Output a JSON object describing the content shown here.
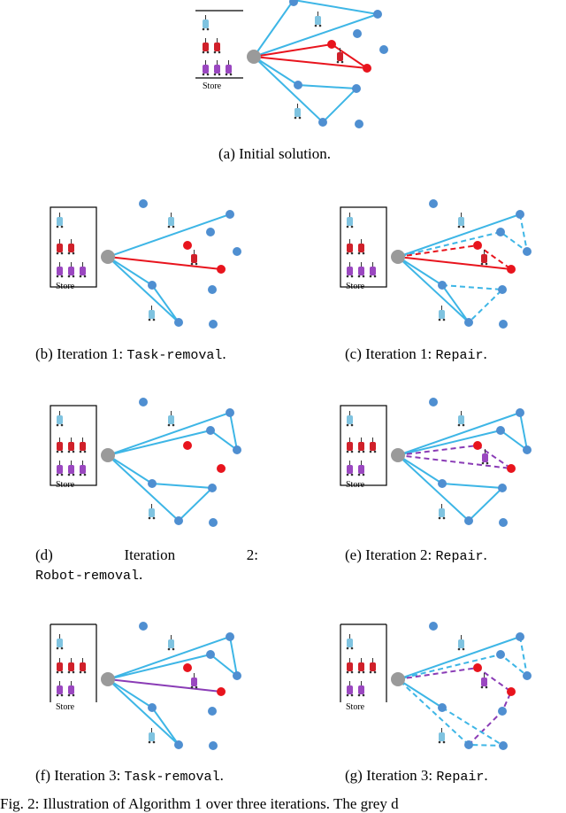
{
  "colors": {
    "cyan": "#3eb6e6",
    "red": "#e8141d",
    "purple": "#8a3cb6",
    "blue_dot": "#4f8fd1",
    "depot": "#9a9a9a",
    "robot_cyan": "#7fc3e0",
    "robot_red": "#d0202a",
    "robot_purple": "#9a47c0"
  },
  "store_label": "Store",
  "captions": {
    "a": "(a) Initial solution.",
    "b_prefix": "(b) Iteration 1: ",
    "b_code": "Task-removal",
    "b_suffix": ".",
    "c_prefix": "(c) Iteration 1: ",
    "c_code": "Repair",
    "c_suffix": ".",
    "d_w1": "(d)",
    "d_w2": "Iteration",
    "d_w3": "2:",
    "d_code": "Robot-removal",
    "d_suffix": ".",
    "e_prefix": "(e) Iteration 2: ",
    "e_code": "Repair",
    "e_suffix": ".",
    "f_prefix": "(f) Iteration 3: ",
    "f_code": "Task-removal",
    "f_suffix": ".",
    "g_prefix": "(g) Iteration 3: ",
    "g_code": "Repair",
    "g_suffix": "."
  },
  "figure_caption": "Fig. 2: Illustration of Algorithm 1 over three iterations. The grey d"
}
